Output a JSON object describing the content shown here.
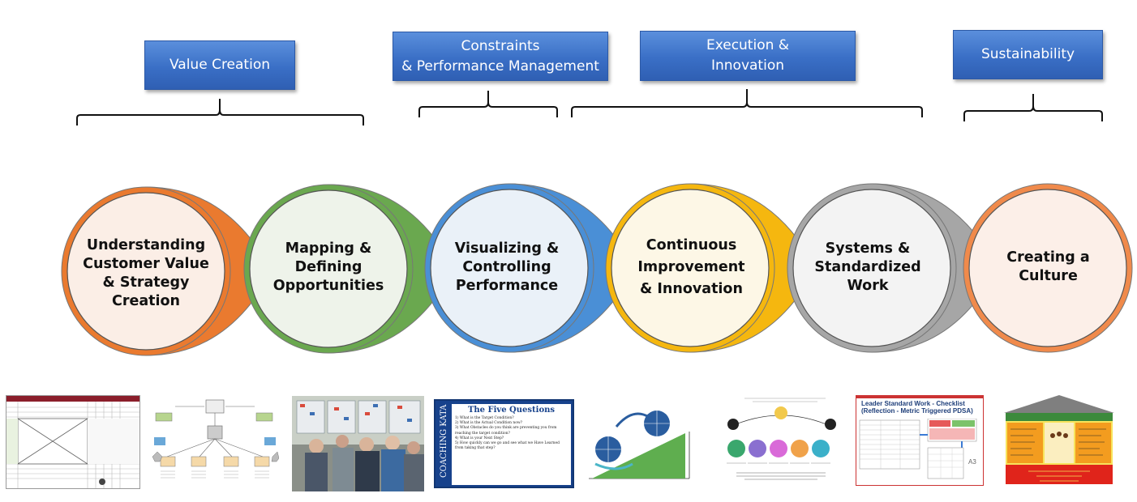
{
  "headers": [
    {
      "text": "Value Creation"
    },
    {
      "text": "Constraints\n& Performance Management"
    },
    {
      "text": "Execution &\nInnovation"
    },
    {
      "text": "Sustainability"
    }
  ],
  "stages": [
    {
      "label": "Understanding\nCustomer Value\n& Strategy\nCreation",
      "color": "#ea7a2f",
      "fill": "#fbeee6"
    },
    {
      "label": "Mapping &\nDefining\nOpportunities",
      "color": "#6aa84f",
      "fill": "#eef3ea"
    },
    {
      "label": "Visualizing &\nControlling\nPerformance",
      "color": "#4a8fd6",
      "fill": "#eaf1f8"
    },
    {
      "label": "Continuous\nImprovement\n& Innovation",
      "color": "#f5b70f",
      "fill": "#fdf7e6"
    },
    {
      "label": "Systems &\nStandardized\nWork",
      "color": "#a6a6a6",
      "fill": "#f3f3f3"
    },
    {
      "label": "Creating a\nCulture",
      "color": "#f08a4b",
      "fill": "#fcefe8"
    }
  ],
  "thumbnails": [
    {
      "name": "strategy-deployment-matrix",
      "caption": ""
    },
    {
      "name": "value-stream-map",
      "caption": ""
    },
    {
      "name": "team-at-board-photo",
      "caption": ""
    },
    {
      "name": "coaching-kata-card",
      "title": "The Five Questions",
      "side": "COACHING KATA",
      "lines": [
        "1) What is the Target Condition?",
        "2) What is the Actual Condition now?",
        "3) What Obstacles do you think are preventing you from reaching the target condition?",
        "4) What is your Next Step?",
        "5) How quickly can we go and see what we Have Learned from taking that step?"
      ]
    },
    {
      "name": "continuous-improvement-chart",
      "caption": ""
    },
    {
      "name": "design-thinking-graphic",
      "caption": ""
    },
    {
      "name": "leader-standard-work-checklist",
      "title": "Leader Standard Work - Checklist",
      "subtitle": "(Reflection - Metric Triggered PDSA)"
    },
    {
      "name": "lean-house",
      "caption": ""
    }
  ]
}
